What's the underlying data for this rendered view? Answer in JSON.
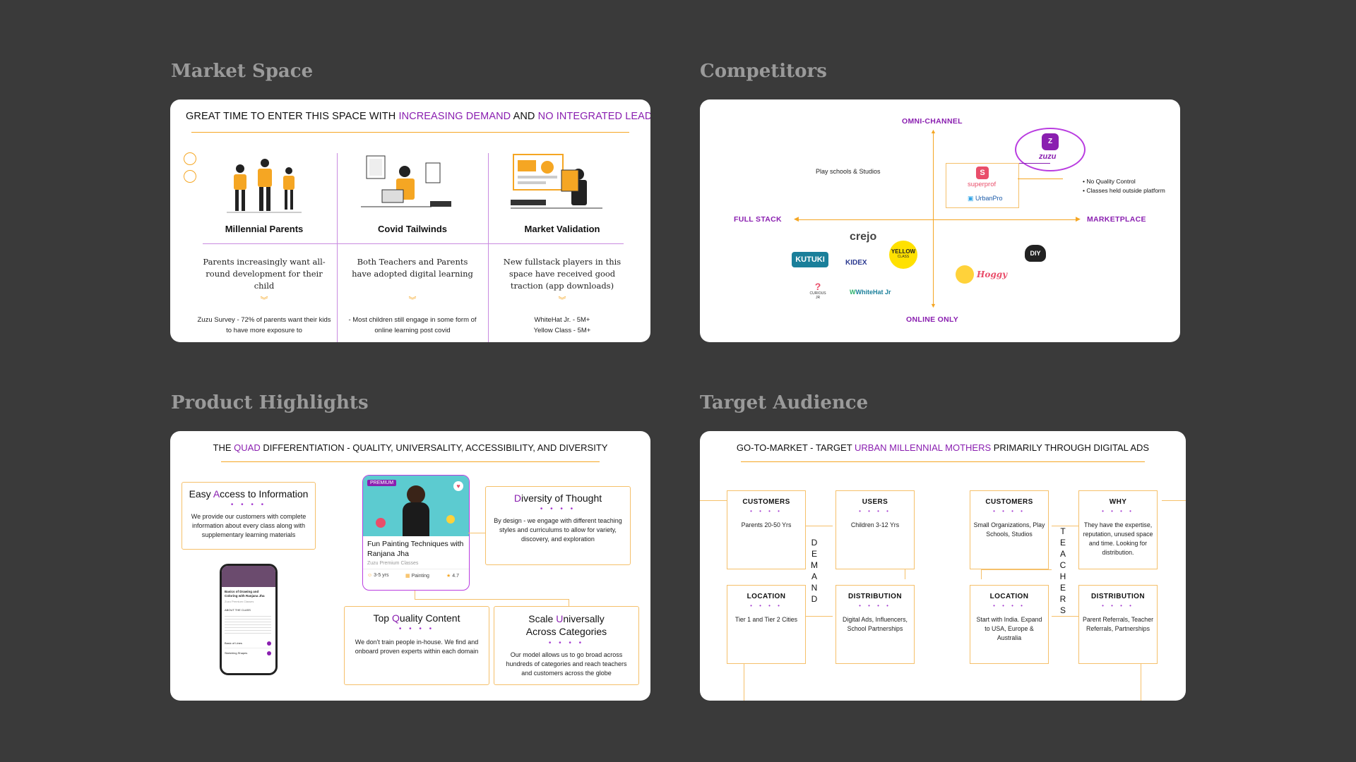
{
  "sections": {
    "market_space": "Market Space",
    "competitors": "Competitors",
    "product_highlights": "Product Highlights",
    "target_audience": "Target Audience"
  },
  "market": {
    "head_a": "GREAT TIME TO ENTER THIS SPACE WITH ",
    "head_b": "INCREASING DEMAND",
    "head_c": " AND ",
    "head_d": "NO INTEGRATED LEADER",
    "columns": [
      {
        "title": "Millennial Parents",
        "desc": "Parents increasingly want all-round development for their child",
        "note": "Zuzu Survey - 72% of parents want their kids to  have more exposure to"
      },
      {
        "title": "Covid Tailwinds",
        "desc": "Both Teachers and Parents have adopted digital learning",
        "note": "- Most children still engage in some form of online learning post covid"
      },
      {
        "title": "Market Validation",
        "desc": "New fullstack players in this space have received good traction (app downloads)",
        "note_a": "WhiteHat Jr. - 5M+",
        "note_b": "Yellow Class - 5M+"
      }
    ],
    "chevron": "∨\n∨"
  },
  "competitors": {
    "omni": "OMNI-CHANNEL",
    "online": "ONLINE ONLY",
    "full": "FULL STACK",
    "market": "MARKETPLACE",
    "play": "Play schools & Studios",
    "bullets": [
      "No Quality Control",
      "Classes held outside platform"
    ],
    "logos": {
      "zuzu": "zuzu",
      "superprof": "superprof",
      "urbanpro": "UrbanPro",
      "kutuki": "KUTUKI",
      "crejo": "crejo",
      "kidex": "KIDEX",
      "yellow": "YELLOW",
      "yellow_sub": "CLASS",
      "curious": "CURIOUS JR",
      "whitehat": "WhiteHat Jr",
      "hoggy": "Hoggy",
      "diy": "DIY"
    }
  },
  "product": {
    "head_a": "THE ",
    "head_b": "QUAD",
    "head_c": " DIFFERENTIATION - QUALITY, UNIVERSALITY, ACCESSIBILITY, AND DIVERSITY",
    "easy": {
      "t1": "Easy ",
      "t2": "A",
      "t3": "ccess to Information",
      "body": "We provide our customers with complete information about every class along with supplementary learning materials"
    },
    "diversity": {
      "t1": "D",
      "t2": "iversity of Thought",
      "body": "By design - we engage with different teaching styles and curriculums to allow for variety, discovery, and exploration"
    },
    "quality": {
      "t1": "Top ",
      "t2": "Q",
      "t3": "uality Content",
      "body": "We don't train people in-house. We find and onboard proven experts within each domain"
    },
    "scale": {
      "t1": "Scale ",
      "t2": "U",
      "t3": "niversally",
      "t4": "Across Categories",
      "body": "Our model allows us to go broad across hundreds of categories and reach teachers and customers across the globe"
    },
    "dots": "• • • •",
    "class_card": {
      "badge": "PREMIUM",
      "title": "Fun Painting Techniques with Ranjana Jha",
      "sub": "Zuzu Premium Classes",
      "age": "3-5 yrs",
      "cat": "Painting",
      "rating": "4.7"
    },
    "phone": {
      "title": "Basics of Drawing and Coloring with Ranjana Jha",
      "sub": "Zuzu Premium Classes",
      "about": "ABOUT THE CLASS",
      "item1": "Basic of Lines",
      "item2": "Sketching Shapes"
    }
  },
  "audience": {
    "head_a": "GO-TO-MARKET - TARGET ",
    "head_b": "URBAN MILLENNIAL MOTHERS",
    "head_c": " PRIMARILY THROUGH DIGITAL ADS",
    "demand": "DEMAND",
    "teachers": "TEACHERS",
    "dots": "• • • •",
    "boxes": [
      {
        "h": "CUSTOMERS",
        "t": "Parents 20-50 Yrs"
      },
      {
        "h": "USERS",
        "t": "Children 3-12 Yrs"
      },
      {
        "h": "LOCATION",
        "t": "Tier 1 and Tier 2 Cities"
      },
      {
        "h": "DISTRIBUTION",
        "t": "Digital Ads, Influencers, School Partnerships"
      },
      {
        "h": "CUSTOMERS",
        "t": "Small Organizations, Play Schools, Studios"
      },
      {
        "h": "WHY",
        "t": "They have the expertise, reputation, unused space and time. Looking for distribution."
      },
      {
        "h": "LOCATION",
        "t": "Start with India. Expand to USA, Europe & Australia"
      },
      {
        "h": "DISTRIBUTION",
        "t": "Parent Referrals, Teacher Referrals, Partnerships"
      }
    ]
  },
  "colors": {
    "purple": "#8a1fb0",
    "orange": "#f5a623",
    "background": "#3a3a3a"
  }
}
